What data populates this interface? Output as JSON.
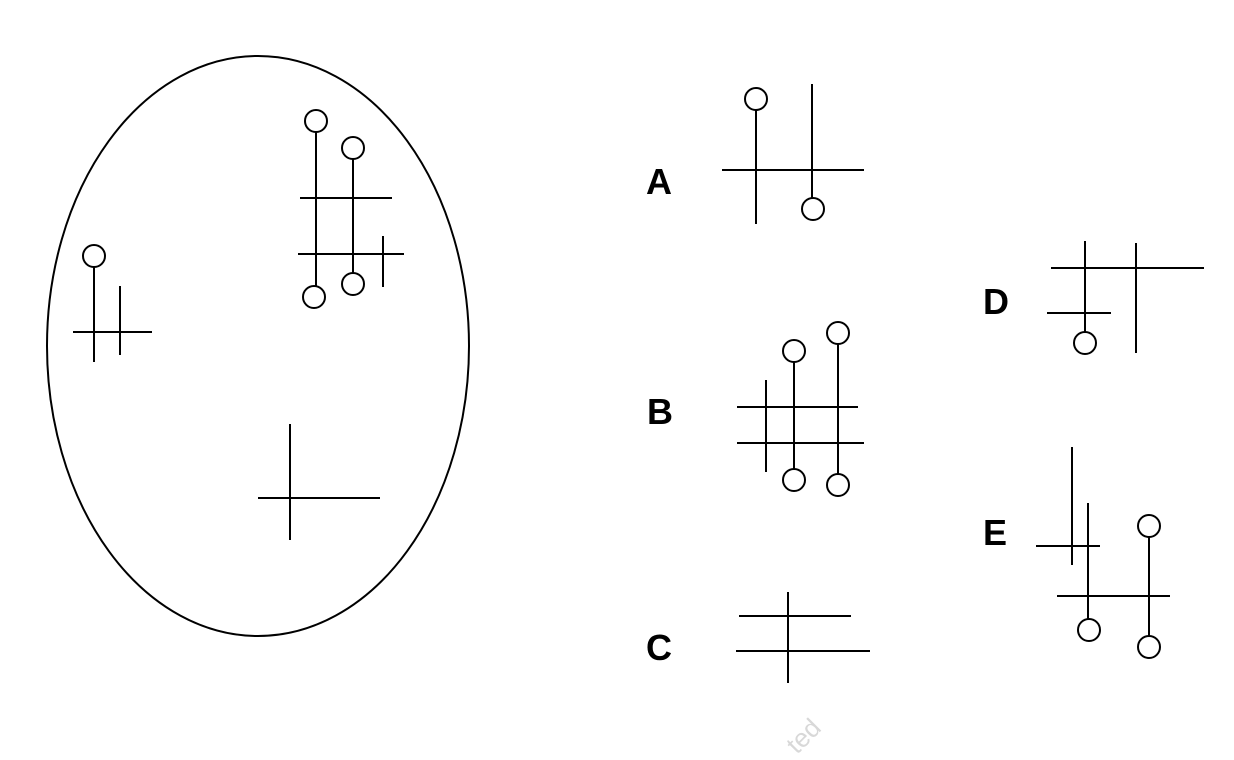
{
  "options": {
    "a": "A",
    "b": "B",
    "c": "C",
    "d": "D",
    "e": "E"
  },
  "watermark": "ted",
  "colors": {
    "stroke": "#000000",
    "background": "#ffffff",
    "watermark": "#d8d8d8"
  }
}
